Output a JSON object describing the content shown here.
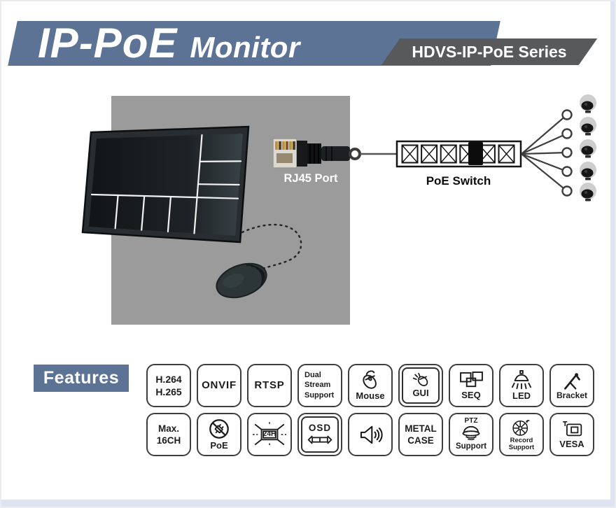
{
  "header": {
    "title": "IP-PoE",
    "subtitle": "Monitor",
    "series": "HDVS-IP-PoE Series"
  },
  "colors": {
    "banner_blue": "#5d7396",
    "badge_gray": "#58595b",
    "diagram_gray": "#9b9b9b",
    "edge_blue": "#dde3f0"
  },
  "diagram": {
    "rj45_label": "RJ45 Port",
    "switch_label": "PoE Switch",
    "switch_port_count": 6,
    "camera_count": 5
  },
  "features": {
    "label": "Features",
    "items": [
      {
        "id": "h264",
        "lines": [
          "H.264",
          "H.265"
        ]
      },
      {
        "id": "onvif",
        "lines": [
          "ONVIF"
        ]
      },
      {
        "id": "rtsp",
        "lines": [
          "RTSP"
        ]
      },
      {
        "id": "dual-stream",
        "lines": [
          "Dual",
          "Stream",
          "Support"
        ]
      },
      {
        "id": "mouse",
        "icon": "mouse-icon",
        "label": "Mouse"
      },
      {
        "id": "gui",
        "icon": "gui-click-icon",
        "label": "GUI",
        "boxed": true
      },
      {
        "id": "seq",
        "icon": "seq-windows-icon",
        "label": "SEQ"
      },
      {
        "id": "led",
        "icon": "led-light-icon",
        "label": "LED"
      },
      {
        "id": "bracket",
        "icon": "bracket-mount-icon",
        "label": "Bracket"
      },
      {
        "id": "max16ch",
        "lines": [
          "Max.",
          "16CH"
        ]
      },
      {
        "id": "poe",
        "icon": "poe-power-icon",
        "label": "PoE"
      },
      {
        "id": "h24",
        "icon": "display-24h-icon",
        "label": "24H"
      },
      {
        "id": "osd",
        "icon": "osd-slider-icon",
        "label": "OSD",
        "boxed": true
      },
      {
        "id": "speaker",
        "icon": "speaker-icon"
      },
      {
        "id": "metalcase",
        "lines": [
          "METAL",
          "CASE"
        ]
      },
      {
        "id": "ptz",
        "icon": "ptz-dome-icon",
        "top_label": "PTZ",
        "label": "Support"
      },
      {
        "id": "record",
        "icon": "record-reel-icon",
        "label": "Record Support"
      },
      {
        "id": "vesa",
        "icon": "vesa-mount-icon",
        "label": "VESA"
      }
    ]
  }
}
